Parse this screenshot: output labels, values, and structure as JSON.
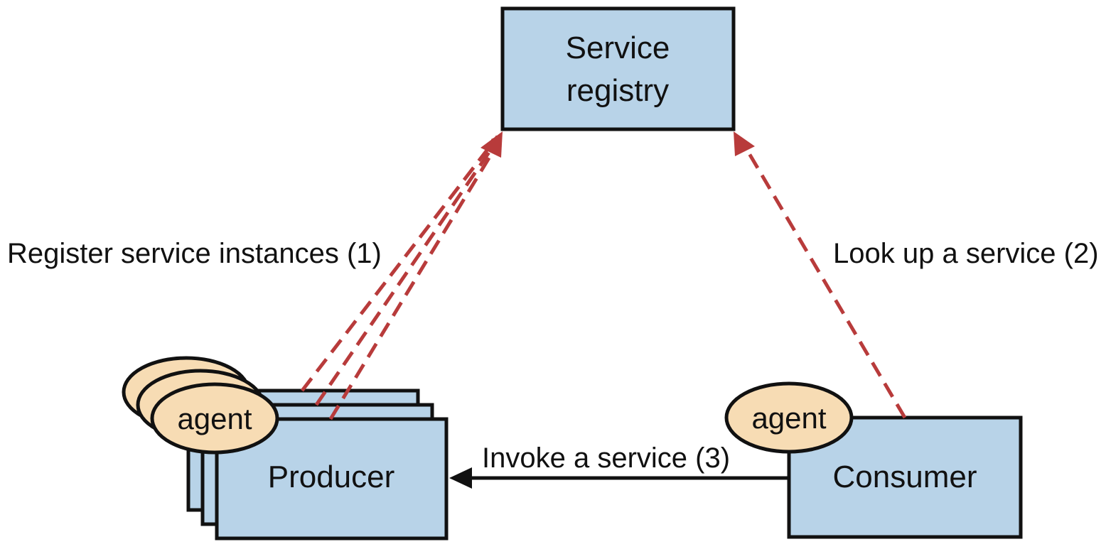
{
  "nodes": {
    "registry": {
      "line1": "Service",
      "line2": "registry"
    },
    "producer": {
      "label": "Producer"
    },
    "consumer": {
      "label": "Consumer"
    },
    "agent": {
      "label": "agent"
    }
  },
  "edges": {
    "register": {
      "label": "Register service instances (1)"
    },
    "lookup": {
      "label": "Look up a service (2)"
    },
    "invoke": {
      "label": "Invoke a service (3)"
    }
  },
  "colors": {
    "box_fill": "#b8d3e8",
    "box_stroke": "#111111",
    "agent_fill": "#f7dcb4",
    "dashed_arrow": "#b83b3b",
    "solid_arrow": "#111111"
  }
}
